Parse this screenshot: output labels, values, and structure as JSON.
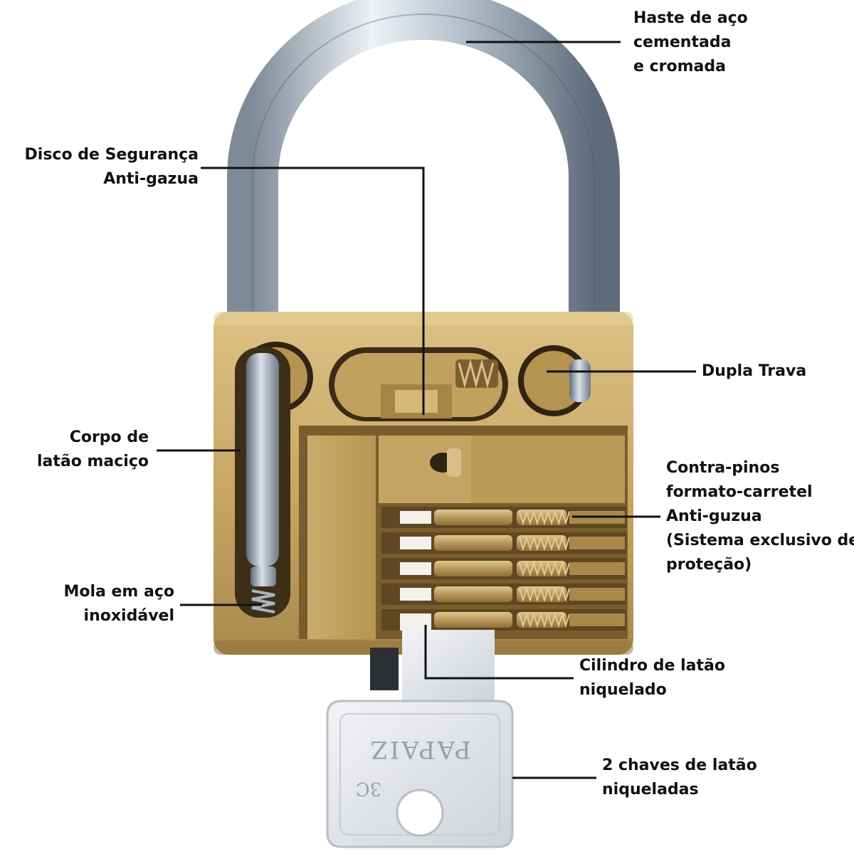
{
  "callouts": {
    "haste": [
      "Haste de aço",
      "cementada",
      "e cromada"
    ],
    "disco": [
      "Disco de Segurança",
      "Anti-gazua"
    ],
    "dupla_trava": [
      "Dupla Trava"
    ],
    "corpo": [
      "Corpo de",
      "latão maciço"
    ],
    "contra_pinos": [
      "Contra-pinos",
      "formato-carretel",
      "Anti-guzua",
      "(Sistema exclusivo de",
      "proteção)"
    ],
    "mola": [
      "Mola em aço",
      "inoxidável"
    ],
    "cilindro": [
      "Cilindro de latão",
      "niquelado"
    ],
    "chaves": [
      "2 chaves de latão",
      "niqueladas"
    ]
  },
  "key_engraving": {
    "brand": "PAPAIZ",
    "code": "3C"
  },
  "colors": {
    "text": "#111111",
    "leader": "#111111",
    "brass_light": "#d9bd7c",
    "brass_mid": "#c4a25e",
    "brass_dark": "#8f7038",
    "steel_light": "#e8edf3",
    "steel_mid": "#a9b4c2",
    "steel_dark": "#6c7888",
    "key_silver": "#dcdfe3"
  }
}
